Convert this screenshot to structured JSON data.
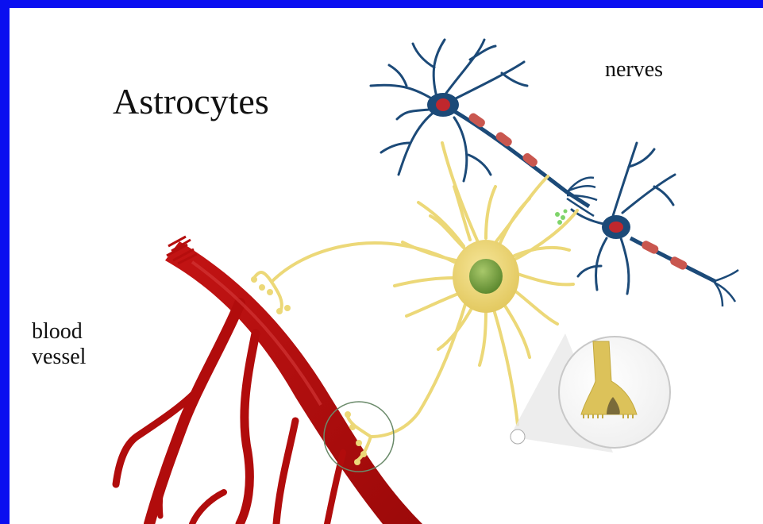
{
  "diagram": {
    "title": "Astrocytes",
    "labels": {
      "nerves": "nerves",
      "blood_vessel_line1": "blood",
      "blood_vessel_line2": "vessel"
    },
    "colors": {
      "border": "#0a0ff0",
      "background": "#ffffff",
      "astrocyte": "#ecd878",
      "astrocyte_stroke": "#cdb24a",
      "nucleus": "#6f9a3c",
      "vessel": "#b50d0d",
      "vessel_dark": "#8e0707",
      "neuron": "#1c4a78",
      "neuron_soma": "#c0272d",
      "myelin": "#c9574f",
      "synapse": "#7fd46a"
    }
  }
}
